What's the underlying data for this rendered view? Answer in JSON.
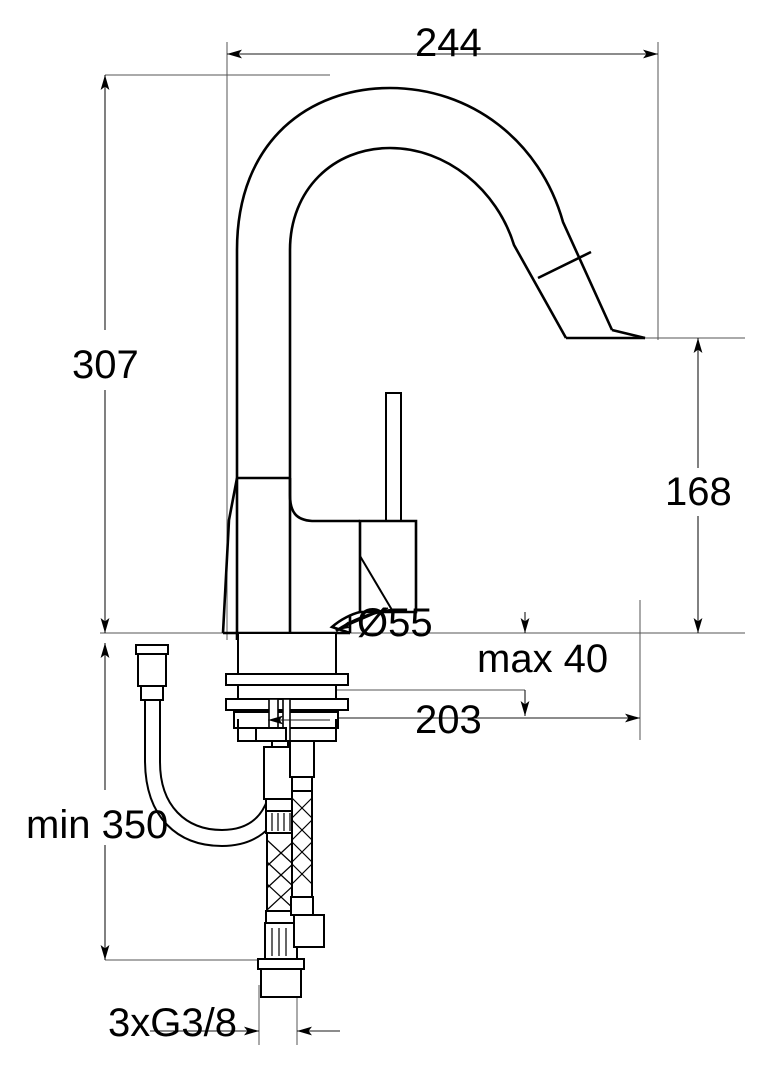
{
  "drawing": {
    "type": "technical-dimension-drawing",
    "subject": "kitchen-mixer-tap-side-elevation",
    "units": "mm",
    "background_color": "#ffffff",
    "line_color": "#000000",
    "dimension_line_color": "#1a1a1a"
  },
  "dimensions": {
    "spout_reach": {
      "label": "244",
      "position": "top",
      "orientation": "horizontal",
      "value": 244
    },
    "total_height": {
      "label": "307",
      "position": "left",
      "orientation": "vertical",
      "value": 307
    },
    "spout_clearance": {
      "label": "168",
      "position": "right",
      "orientation": "vertical",
      "value": 168
    },
    "base_diameter": {
      "label": "Ø55",
      "position": "center-leader",
      "orientation": "leader",
      "value": 55
    },
    "max_deck_thickness": {
      "label": "max 40",
      "position": "center-right",
      "orientation": "vertical",
      "value": 40
    },
    "spout_offset": {
      "label": "203",
      "position": "center-right",
      "orientation": "horizontal",
      "value": 203
    },
    "min_hose_length": {
      "label": "min 350",
      "position": "lower-left",
      "orientation": "vertical",
      "value": 350
    },
    "connection_thread": {
      "label": "3xG3/8",
      "position": "bottom",
      "orientation": "leader",
      "value": "G3/8"
    }
  },
  "components": {
    "spout": "gooseneck-arc-spout",
    "nozzle": "angled-pull-down-nozzle",
    "lever": "single-lever-handle",
    "body": "mixer-body",
    "base": "round-base-plate",
    "mount": "deck-mounting-stud-and-washers",
    "pullout_hose": "pull-out-hose-loop",
    "supply_hoses": "braided-flexible-supply-hoses",
    "connectors": "threaded-nut-connectors"
  }
}
